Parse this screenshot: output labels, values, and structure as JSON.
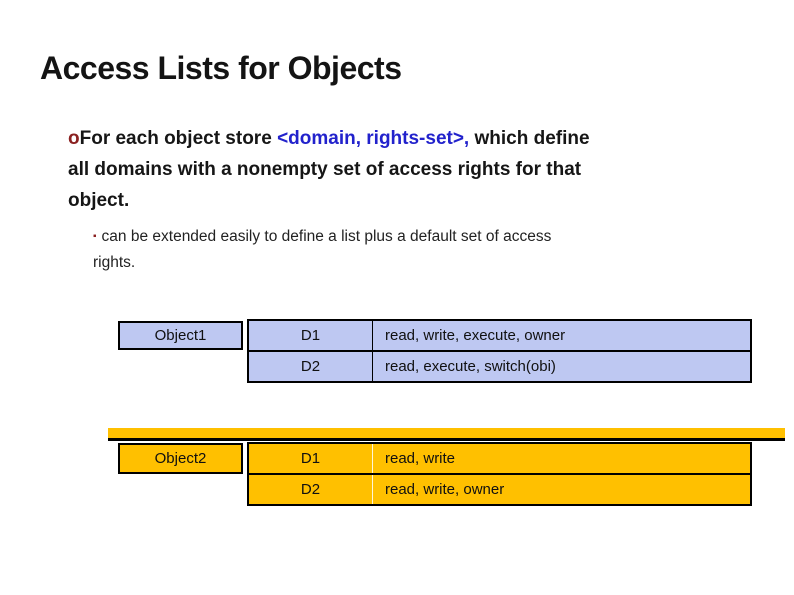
{
  "slide": {
    "title": "Access Lists for Objects",
    "bullet": {
      "marker": "o",
      "line1_before": "For each object store ",
      "line1_highlight": "<domain, rights-set>,",
      "line1_after": " which define",
      "line2": "all domains with a nonempty set of access rights for that",
      "line3": "object."
    },
    "sub_bullet": {
      "marker": "▪",
      "line1": "can be extended easily to define a list plus a default set of access",
      "line2": "rights."
    }
  },
  "tables": [
    {
      "object_label": "Object1",
      "fill_color": "#bec8f2",
      "rows": [
        {
          "domain": "D1",
          "rights": "read, write, execute, owner"
        },
        {
          "domain": "D2",
          "rights": "read, execute, switch(obi)"
        }
      ]
    },
    {
      "object_label": "Object2",
      "fill_color": "#ffc000",
      "rows": [
        {
          "domain": "D1",
          "rights": "read, write"
        },
        {
          "domain": "D2",
          "rights": "read, write, owner"
        }
      ]
    }
  ],
  "colors": {
    "background": "#ffffff",
    "text": "#161616",
    "bullet_marker_red": "#8b2121",
    "highlight_blue": "#2222cc",
    "table_blue": "#bec8f2",
    "table_orange": "#ffc000",
    "border": "#000000"
  }
}
